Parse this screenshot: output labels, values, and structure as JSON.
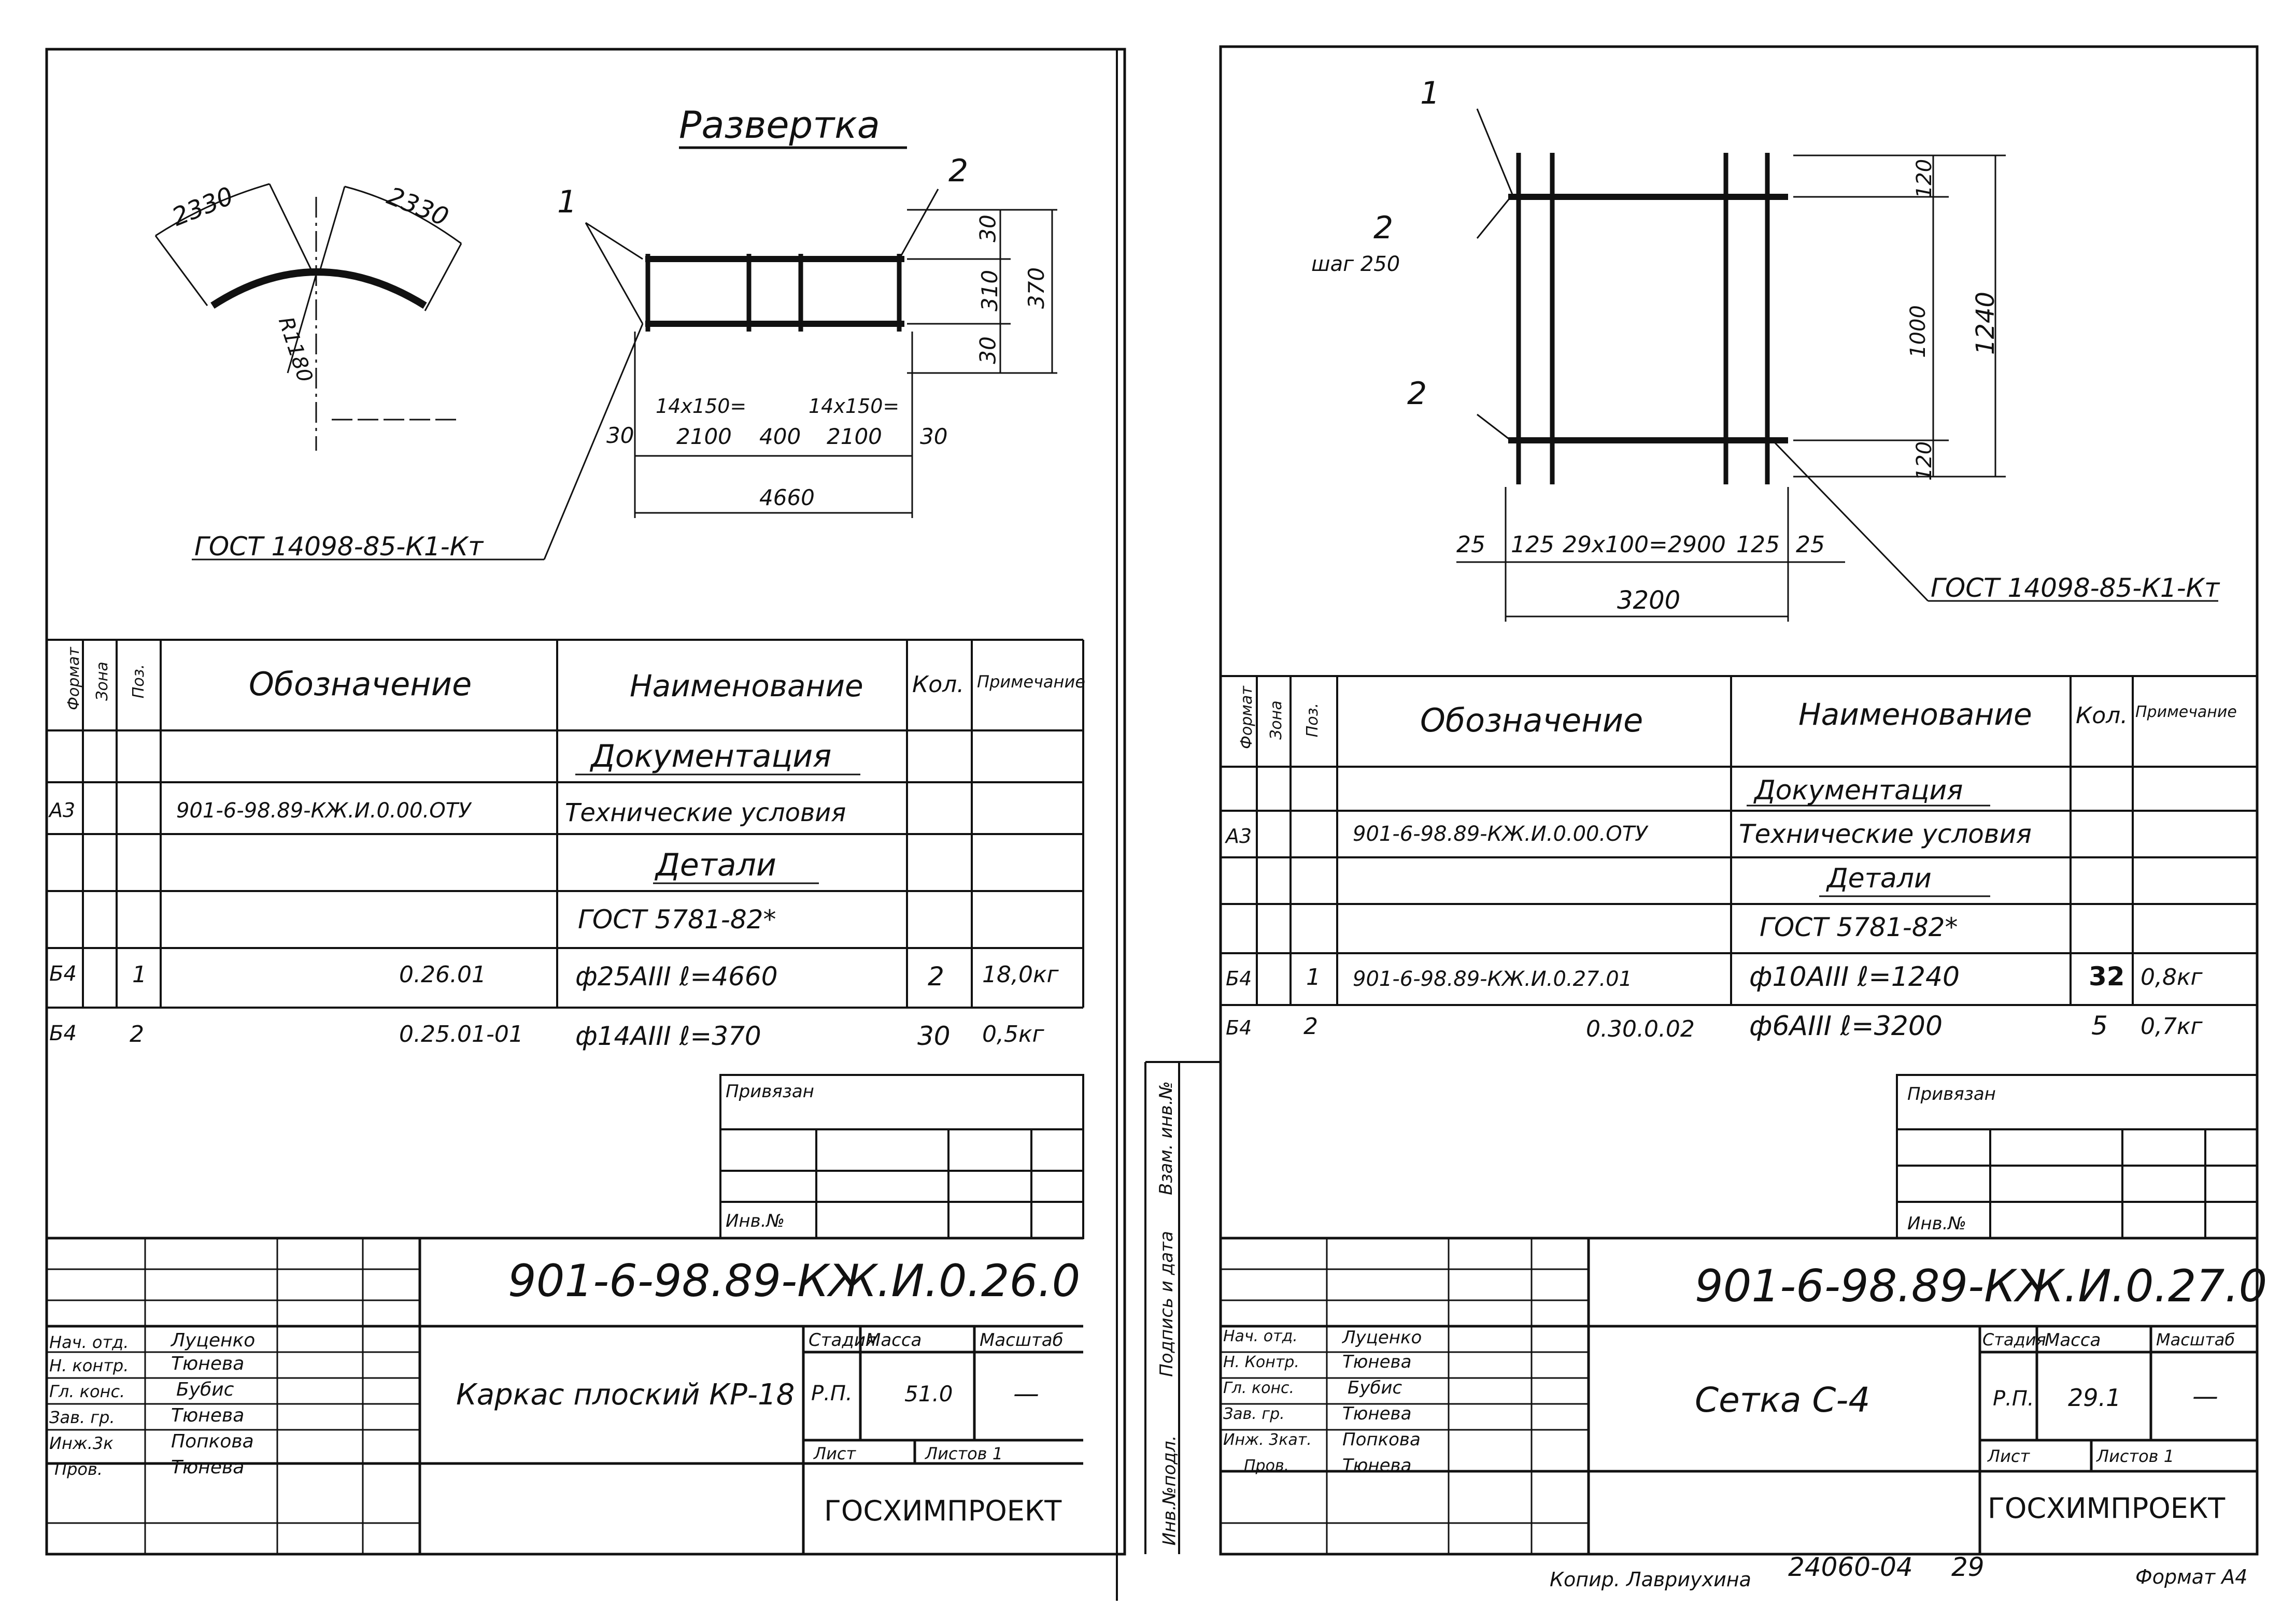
{
  "left": {
    "drawing": {
      "heading": "Развертка",
      "arc_dim_a": "2330",
      "arc_dim_b": "2330",
      "radius": "R1180",
      "pos1": "1",
      "pos2": "2",
      "dim_30_top": "30",
      "dim_310": "310",
      "dim_30_bot": "30",
      "dim_370": "370",
      "dim_30_left": "30",
      "dim_pitch_a": "14x150=",
      "dim_2100_a": "2100",
      "dim_400": "400",
      "dim_pitch_b": "14x150=",
      "dim_2100_b": "2100",
      "dim_30_right": "30",
      "dim_4660": "4660",
      "gost_note": "ГОСТ 14098-85-К1-Кт"
    },
    "spec": {
      "headers": [
        "Формат",
        "Зона",
        "Поз.",
        "Обозначение",
        "Наименование",
        "Кол.",
        "Примечание"
      ],
      "section_doc": "Документация",
      "row_doc": {
        "format": "А3",
        "designation": "901-6-98.89-КЖ.И.0.00.ОТУ",
        "name": "Технические условия"
      },
      "section_parts": "Детали",
      "gost_row": "ГОСТ 5781-82*",
      "rows": [
        {
          "format": "Б4",
          "pos": "1",
          "designation": "0.26.01",
          "name": "ф25АIII   ℓ=4660",
          "qty": "2",
          "note": "18,0кг"
        },
        {
          "format": "Б4",
          "pos": "2",
          "designation": "0.25.01-01",
          "name": "ф14АIII   ℓ=370",
          "qty": "30",
          "note": "0,5кг"
        }
      ]
    },
    "stamp": {
      "privyazan": "Привязан",
      "inv_no": "Инв.№",
      "code": "901-6-98.89-КЖ.И.0.26.0",
      "title": "Каркас плоский КР-18",
      "stage_label": "Стадия",
      "mass_label": "Масса",
      "scale_label": "Масштаб",
      "stage": "Р.П.",
      "mass": "51.0",
      "scale": "—",
      "sheet_label": "Лист",
      "sheets_label": "Листов 1",
      "org": "ГОСХИМПРОЕКТ",
      "roles": [
        "Нач. отд.",
        "Н. контр.",
        "Гл. конс.",
        "Зав. гр.",
        "Инж.3к",
        "Пров."
      ],
      "names": [
        "Луценко",
        "Тюнева",
        "Бубис",
        "Тюнева",
        "Попкова",
        "Тюнева"
      ]
    }
  },
  "right": {
    "drawing": {
      "pos1": "1",
      "pos2": "2",
      "step": "шаг 250",
      "pos2b": "2",
      "dim_120_top": "120",
      "dim_1000": "1000",
      "dim_1240": "1240",
      "dim_120_bot": "120",
      "dim_25_left": "25",
      "dim_125_left": "125",
      "dim_pitch": "29x100=2900",
      "dim_125_right": "125",
      "dim_25_right": "25",
      "dim_3200": "3200",
      "gost_note": "ГОСТ 14098-85-К1-Кт"
    },
    "spec": {
      "headers": [
        "Формат",
        "Зона",
        "Поз.",
        "Обозначение",
        "Наименование",
        "Кол.",
        "Примечание"
      ],
      "section_doc": "Документация",
      "row_doc": {
        "format": "А3",
        "designation": "901-6-98.89-КЖ.И.0.00.ОТУ",
        "name": "Технические условия"
      },
      "section_parts": "Детали",
      "gost_row": "ГОСТ 5781-82*",
      "rows": [
        {
          "format": "Б4",
          "pos": "1",
          "designation": "901-6-98.89-КЖ.И.0.27.01",
          "name": "ф10АIII   ℓ=1240",
          "qty": "32",
          "note": "0,8кг"
        },
        {
          "format": "Б4",
          "pos": "2",
          "designation": "0.30.0.02",
          "name": "ф6АIII   ℓ=3200",
          "qty": "5",
          "note": "0,7кг"
        }
      ]
    },
    "stamp": {
      "privyazan": "Привязан",
      "inv_no": "Инв.№",
      "code": "901-6-98.89-КЖ.И.0.27.0",
      "title": "Сетка С-4",
      "stage_label": "Стадия",
      "mass_label": "Масса",
      "scale_label": "Масштаб",
      "stage": "Р.П.",
      "mass": "29.1",
      "scale": "—",
      "sheet_label": "Лист",
      "sheets_label": "Листов 1",
      "org": "ГОСХИМПРОЕКТ",
      "roles": [
        "Нач. отд.",
        "Н. Контр.",
        "Гл. конс.",
        "Зав. гр.",
        "Инж. 3кат.",
        "Пров."
      ],
      "names": [
        "Луценко",
        "Тюнева",
        "Бубис",
        "Тюнева",
        "Попкова",
        "Тюнева"
      ]
    }
  },
  "side_labels": [
    "Взам. инв.№",
    "Подпись и дата",
    "Инв.№подл."
  ],
  "footer": {
    "copy": "Копир. Лавриухина",
    "number": "24060-04",
    "page": "29",
    "format": "Формат А4"
  }
}
